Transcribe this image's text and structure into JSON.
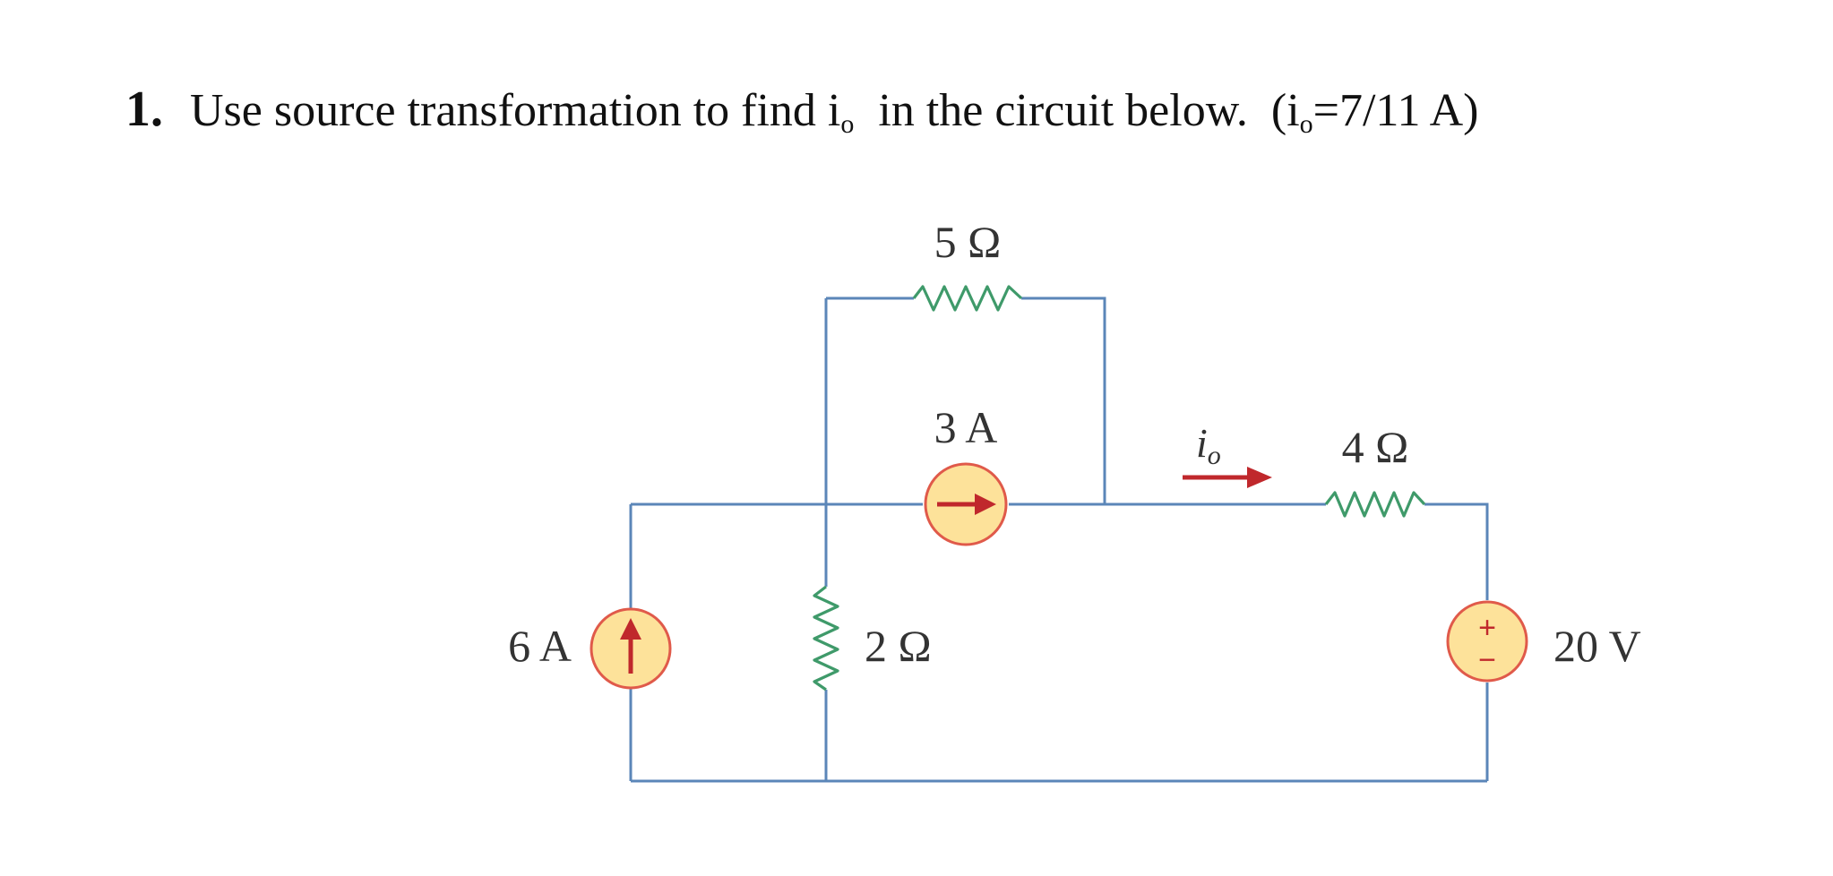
{
  "problem": {
    "number": "1.",
    "text_1": "Use source transformation to find i",
    "sub_1": "o",
    "text_2": "in the circuit below.",
    "answer_open": "(i",
    "answer_sub": "o",
    "answer_rest": "=7/11 A)"
  },
  "circuit": {
    "components": {
      "resistor_top": "5 Ω",
      "resistor_middle": "2 Ω",
      "resistor_right": "4 Ω",
      "current_source_left": "6 A",
      "current_source_middle": "3 A",
      "voltage_source": "20 V"
    },
    "current_label": {
      "symbol": "i",
      "subscript": "o"
    },
    "voltage_polarity": {
      "plus": "+",
      "minus": "−"
    }
  },
  "colors": {
    "wire": "#5b86b8",
    "resistor": "#3f9a6a",
    "source_fill": "#fde29a",
    "source_stroke": "#e05a4a",
    "arrow": "#c0282c",
    "text": "#333333"
  },
  "icons": {
    "current_arrow": "right-arrow-icon",
    "source_up_arrow": "up-arrow-icon",
    "source_right_arrow": "right-arrow-icon"
  }
}
